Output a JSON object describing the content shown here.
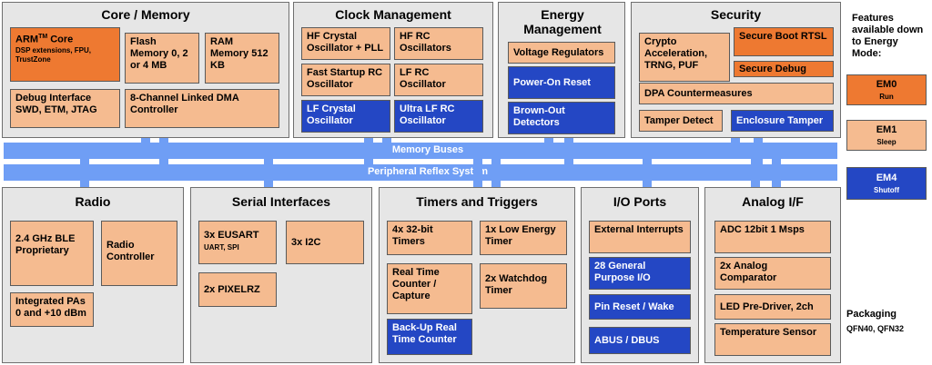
{
  "core": {
    "title": "Core / Memory",
    "arm_core": "ARM",
    "arm_tm": "TM",
    "arm_core_suffix": " Core",
    "arm_sub": "DSP extensions, FPU, TrustZone",
    "flash": "Flash Memory 0, 2 or 4 MB",
    "ram": "RAM Memory 512 KB",
    "debug": "Debug Interface SWD, ETM, JTAG",
    "dma": "8-Channel Linked DMA Controller"
  },
  "clock": {
    "title": "Clock Management",
    "hf_crystal": "HF Crystal Oscillator + PLL",
    "hf_rc": "HF RC Oscillators",
    "fast_startup": "Fast Startup RC Oscillator",
    "lf_rc": "LF RC Oscillator",
    "lf_crystal": "LF Crystal Oscillator",
    "ultra_lf_rc": "Ultra LF RC Oscillator"
  },
  "energy": {
    "title": "Energy Management",
    "voltage_regulators": "Voltage Regulators",
    "power_on_reset": "Power-On Reset",
    "brown_out": "Brown-Out Detectors"
  },
  "security": {
    "title": "Security",
    "crypto": "Crypto Acceleration, TRNG, PUF",
    "secure_boot": "Secure Boot RTSL",
    "secure_debug": "Secure Debug",
    "dpa": "DPA Countermeasures",
    "tamper_detect": "Tamper Detect",
    "enclosure_tamper": "Enclosure Tamper"
  },
  "buses": {
    "memory": "Memory Buses",
    "peripheral": "Peripheral Reflex System"
  },
  "radio": {
    "title": "Radio",
    "freq": "2.4 GHz BLE Proprietary",
    "controller": "Radio Controller",
    "pas": "Integrated PAs 0 and +10 dBm"
  },
  "serial": {
    "title": "Serial Interfaces",
    "eusart": "3x EUSART",
    "eusart_sub": "UART, SPI",
    "i2c": "3x I2C",
    "pixelrz": "2x PIXELRZ"
  },
  "timers": {
    "title": "Timers and Triggers",
    "t32": "4x 32-bit Timers",
    "low_energy_timer": "1x Low Energy Timer",
    "rtc": "Real Time Counter / Capture",
    "watchdog": "2x Watchdog Timer",
    "backup_rtc": "Back-Up Real Time Counter"
  },
  "io": {
    "title": "I/O Ports",
    "ext_int": "External Interrupts",
    "gpio": "28 General Purpose I/O",
    "pin_reset": "Pin Reset / Wake",
    "abus": "ABUS / DBUS"
  },
  "analog": {
    "title": "Analog I/F",
    "adc": "ADC 12bit 1 Msps",
    "comparator": "2x Analog Comparator",
    "led": "LED Pre-Driver, 2ch",
    "temp": "Temperature Sensor"
  },
  "legend": {
    "heading": "Features available down to Energy Mode:",
    "em0": "EM0",
    "em0_sub": "Run",
    "em1": "EM1",
    "em1_sub": "Sleep",
    "em4": "EM4",
    "em4_sub": "Shutoff"
  },
  "packaging": {
    "label": "Packaging",
    "value": "QFN40, QFN32"
  },
  "colors": {
    "em0": "#ee7931",
    "em1": "#f5bb90",
    "em4": "#2447c4",
    "bus": "#6f9ef5",
    "group_bg": "#e6e6e6"
  }
}
